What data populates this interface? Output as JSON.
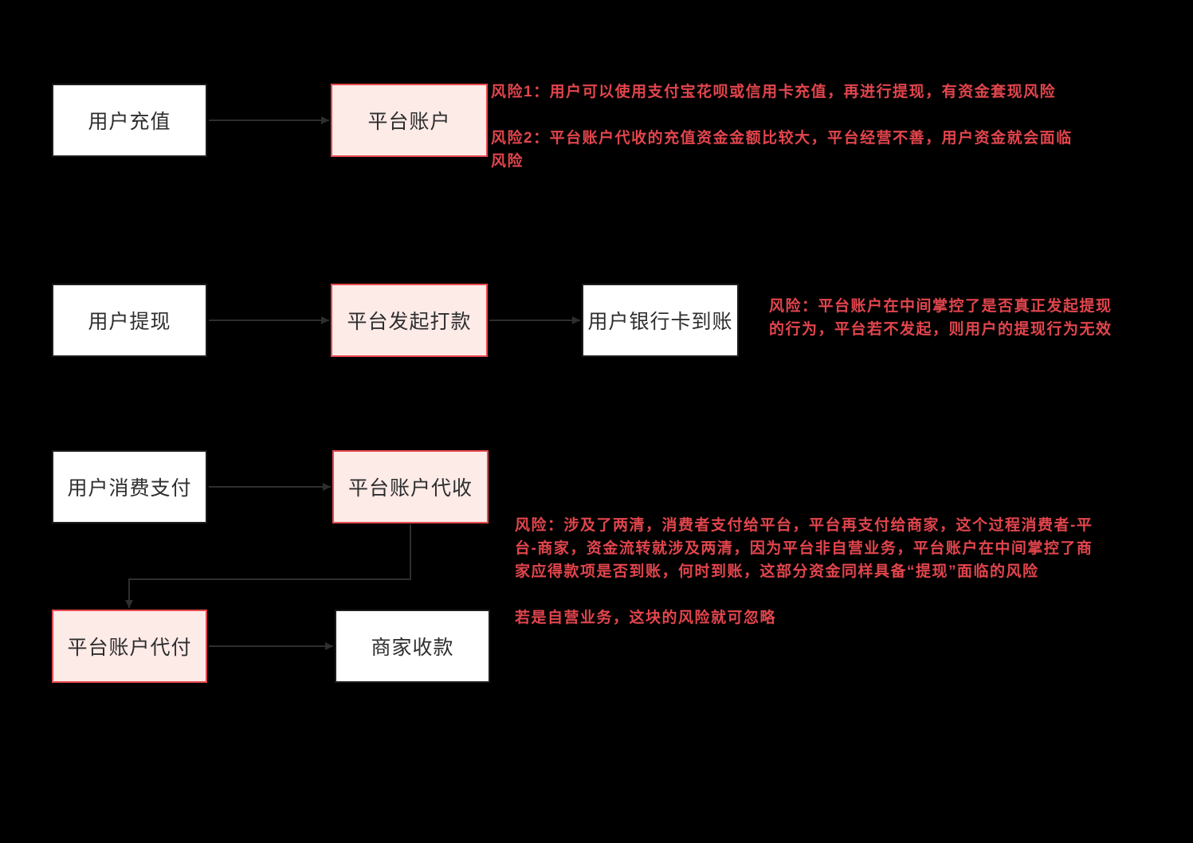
{
  "colors": {
    "background": "#000000",
    "plain_box_fill": "#ffffff",
    "plain_box_border": "#1d1d1d",
    "highlight_box_fill": "#fdebe8",
    "highlight_box_border": "#e8494f",
    "node_text": "#2e2e2e",
    "risk_text": "#e2454d",
    "connector": "#2e2e2e"
  },
  "nodes": {
    "user_recharge": {
      "label": "用户充值"
    },
    "platform_account": {
      "label": "平台账户"
    },
    "user_withdraw": {
      "label": "用户提现"
    },
    "platform_initiate": {
      "label": "平台发起打款"
    },
    "bank_card_arrive": {
      "label": "用户银行卡到账"
    },
    "user_consume_pay": {
      "label": "用户消费支付"
    },
    "platform_collect": {
      "label": "平台账户代收"
    },
    "platform_payout": {
      "label": "平台账户代付"
    },
    "merchant_receive": {
      "label": "商家收款"
    }
  },
  "annotations": {
    "risk_recharge": {
      "lines": [
        "风险1：用户可以使用支付宝花呗或信用卡充值，再进行提现，有资金套现风险",
        "",
        "风险2：平台账户代收的充值资金金额比较大，平台经营不善，用户资金就会面临",
        "风险"
      ]
    },
    "risk_withdraw": {
      "lines": [
        "风险：平台账户在中间掌控了是否真正发起提现",
        "的行为，平台若不发起，则用户的提现行为无效"
      ]
    },
    "risk_two_clearings": {
      "lines": [
        "风险：涉及了两清，消费者支付给平台，平台再支付给商家，这个过程消费者-平",
        "台-商家，资金流转就涉及两清，因为平台非自营业务，平台账户在中间掌控了商",
        "家应得款项是否到账，何时到账，这部分资金同样具备“提现”面临的风险",
        "",
        "若是自营业务，这块的风险就可忽略"
      ]
    }
  }
}
